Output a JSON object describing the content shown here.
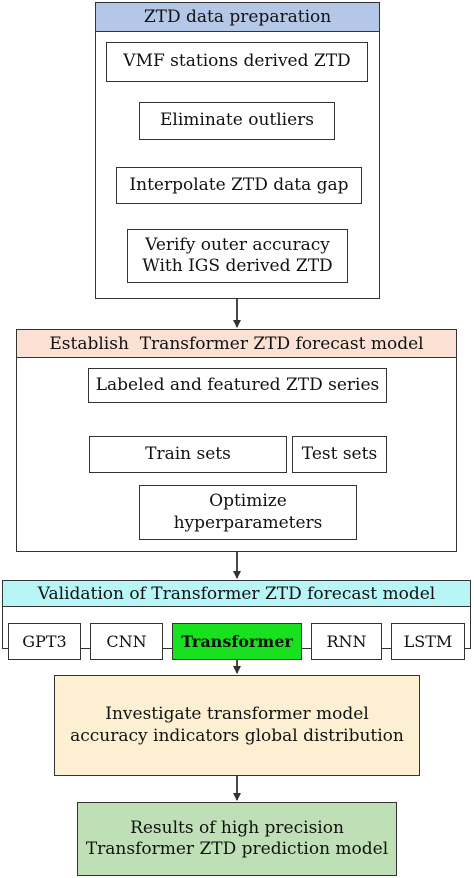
{
  "colors": {
    "prep_header": "#b4c7e7",
    "model_header": "#fbe1d3",
    "validation_header": "#b7f5f7",
    "transformer_highlight": "#18e21f",
    "investigate_fill": "#fdf0d2",
    "results_fill": "#bfe0b6",
    "line": "#333333"
  },
  "prep": {
    "title": "ZTD data preparation",
    "step1": "VMF stations derived ZTD",
    "step2": "Eliminate outliers",
    "step3": "Interpolate ZTD data gap",
    "step4_line1": "Verify outer accuracy",
    "step4_line2": "With IGS derived ZTD"
  },
  "model": {
    "title": "Establish  Transformer ZTD forecast model",
    "series": "Labeled and featured ZTD series",
    "train": "Train sets",
    "test": "Test sets",
    "optimize_line1": "Optimize",
    "optimize_line2": "hyperparameters"
  },
  "validation": {
    "title": "Validation of Transformer ZTD forecast model",
    "models": [
      "GPT3",
      "CNN",
      "Transformer",
      "RNN",
      "LSTM"
    ],
    "highlighted": "Transformer"
  },
  "investigate": {
    "line1": "Investigate transformer model",
    "line2": "accuracy indicators global distribution"
  },
  "results": {
    "line1": "Results of high precision",
    "line2": "Transformer ZTD prediction model"
  }
}
